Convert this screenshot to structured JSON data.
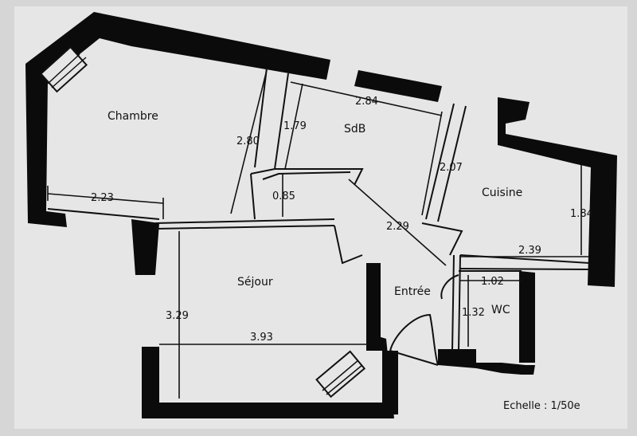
{
  "rooms": {
    "chambre": "Chambre",
    "sdb": "SdB",
    "cuisine": "Cuisine",
    "sejour": "Séjour",
    "entree": "Entrée",
    "wc": "WC"
  },
  "dimensions": {
    "chambre_width": "2.23",
    "chambre_height": "2.80",
    "sdb_left": "1.79",
    "sdb_width": "2.84",
    "sdb_right": "2.07",
    "passage": "0.85",
    "entree_diag": "2.29",
    "cuisine_height": "1.84",
    "cuisine_width": "2.39",
    "wc_width": "1.02",
    "wc_height": "1.32",
    "sejour_height": "3.29",
    "sejour_width": "3.93"
  },
  "scale": "Echelle : 1/50e"
}
